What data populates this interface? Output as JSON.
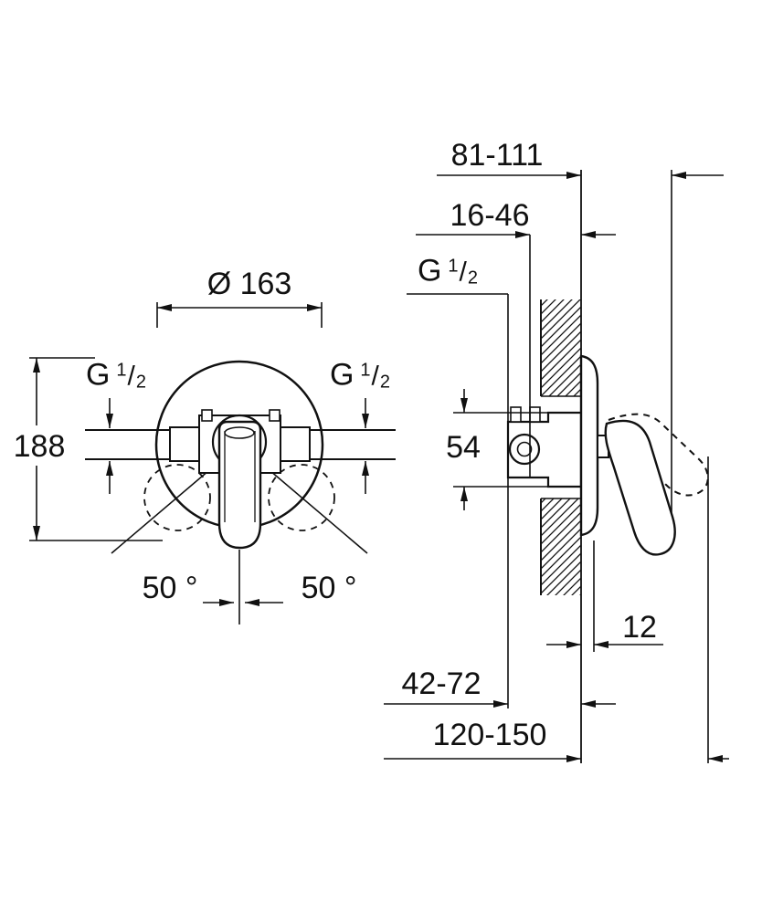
{
  "drawing": {
    "type": "technical installation drawing",
    "subject": "concealed single-lever shower mixer, front view and side section view",
    "colors": {
      "line": "#111111",
      "background": "#ffffff"
    }
  },
  "labels": {
    "front": {
      "diameter": "Ø 163",
      "height": "188",
      "angle_left": "50 °",
      "angle_right": "50 °"
    },
    "side": {
      "wall_to_lever": "81-111",
      "mounting_depth": "16-46",
      "body_height": "54",
      "plate_offset": "12",
      "supply_depth": "42-72",
      "total_depth": "120-150"
    },
    "thread": {
      "prefix": "G",
      "numerator": "1",
      "slash": "/",
      "denominator": "2"
    }
  }
}
